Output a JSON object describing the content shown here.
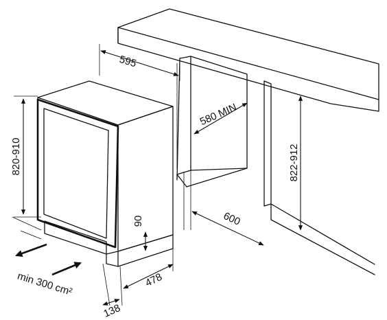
{
  "dimensions": {
    "width_top": "595",
    "cavity_depth": "580 MIN",
    "cavity_height": "822-912",
    "appliance_height": "820-910",
    "plinth_height": "90",
    "cavity_width": "600",
    "depth": "478",
    "plinth_depth": "138",
    "ventilation": "min 300 cm²"
  }
}
